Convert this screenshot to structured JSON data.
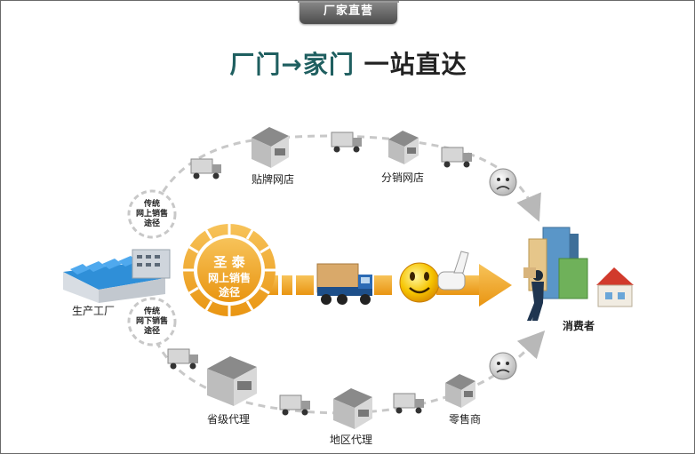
{
  "header": {
    "tab_label": "厂家直营"
  },
  "headline": {
    "part1": "厂门→家门",
    "part2": "一站直达"
  },
  "nodes": {
    "factory": "生产工厂",
    "consumer": "消费者",
    "brand_store": "贴牌网店",
    "distribution_store": "分销网店",
    "provincial_agent": "省级代理",
    "regional_agent": "地区代理",
    "retailer": "零售商"
  },
  "routes": {
    "traditional_online_line1": "传统",
    "traditional_online_line2": "网上销售",
    "traditional_online_line3": "途径",
    "traditional_offline_line1": "传统",
    "traditional_offline_line2": "网下销售",
    "traditional_offline_line3": "途径",
    "brand_name": "圣 泰",
    "brand_route_line1": "网上销售",
    "brand_route_line2": "途径"
  },
  "colors": {
    "teal": "#1f5f60",
    "orange": "#f0a020",
    "gray_dash": "#c8c8c8"
  }
}
